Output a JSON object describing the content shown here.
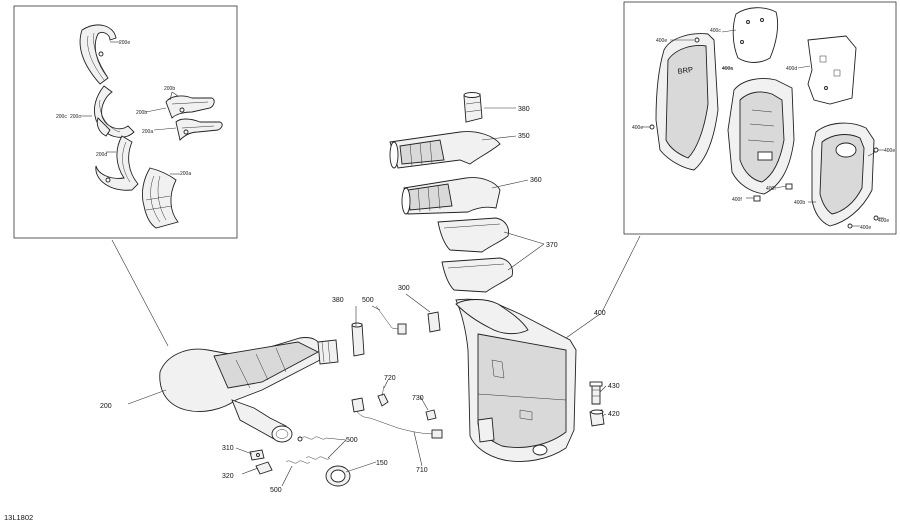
{
  "drawing_code": "13L1802",
  "main_labels": {
    "l200": "200",
    "l300": "300",
    "l310": "310",
    "l320": "320",
    "l350": "350",
    "l360": "360",
    "l370": "370",
    "l380a": "380",
    "l380b": "380",
    "l400": "400",
    "l420": "420",
    "l430": "430",
    "l500a": "500",
    "l500b": "500",
    "l500c": "500",
    "l150": "150",
    "l710": "710",
    "l720": "720",
    "l730": "730"
  },
  "inset_left_labels": {
    "a": "200e",
    "b": "200c",
    "c": "200d",
    "d": "200a",
    "e": "200b",
    "f": "200b",
    "g": "200a",
    "h": "200c"
  },
  "inset_right_labels": {
    "a": "400c",
    "b": "400e",
    "c": "400a",
    "d": "400d",
    "e": "400e",
    "f": "400e",
    "g": "400f",
    "h": "400f",
    "i": "400b",
    "j": "400e",
    "k": "400e"
  },
  "brand_mark": "BRP"
}
